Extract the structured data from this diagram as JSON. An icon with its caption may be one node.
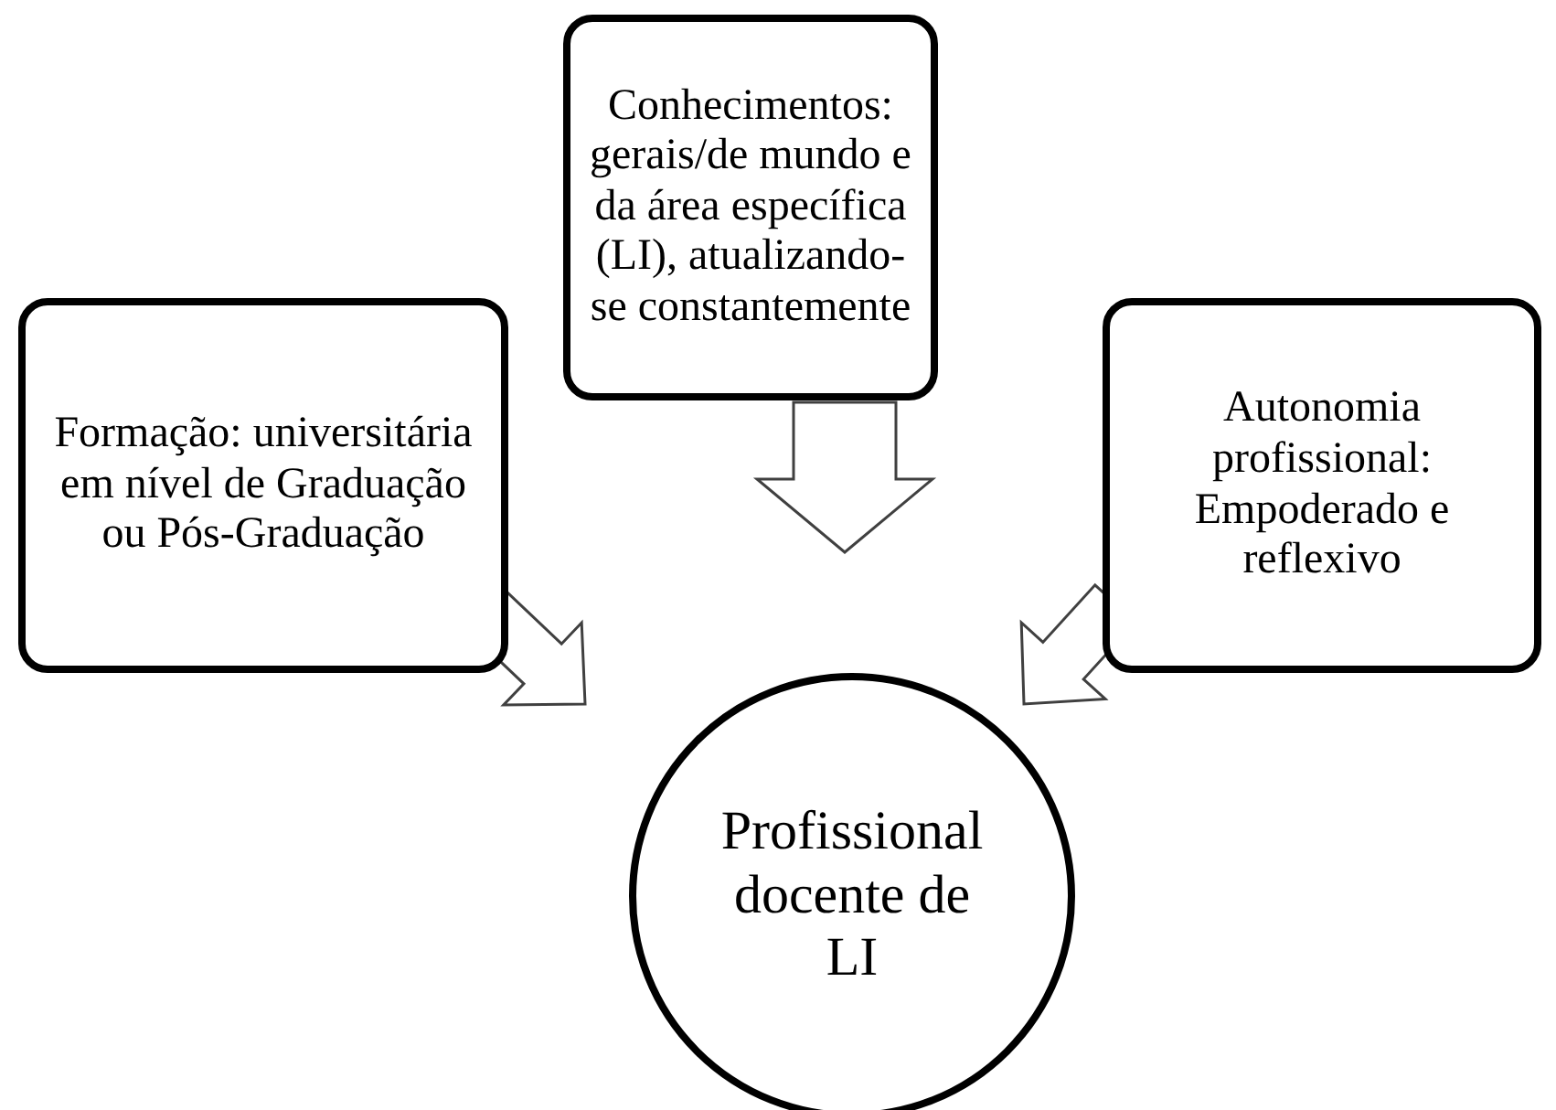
{
  "diagram": {
    "nodes": [
      {
        "text": [
          "Conhecimentos: gerais/de mundo e da área específica (LI), atualizando-se constantemente"
        ]
      },
      {
        "text": [
          "Formação: universitária em nível de Graduação ou Pós-Graduação"
        ]
      },
      {
        "text": [
          "Autonomia profissional: Empoderado e reflexivo"
        ]
      },
      {
        "text": [
          "Profissional docente de LI"
        ]
      }
    ],
    "edges": [
      {
        "from": 0,
        "to": 3,
        "arrow": "to"
      },
      {
        "from": 1,
        "to": 3,
        "arrow": "to"
      },
      {
        "from": 2,
        "to": 3,
        "arrow": "to"
      }
    ]
  }
}
